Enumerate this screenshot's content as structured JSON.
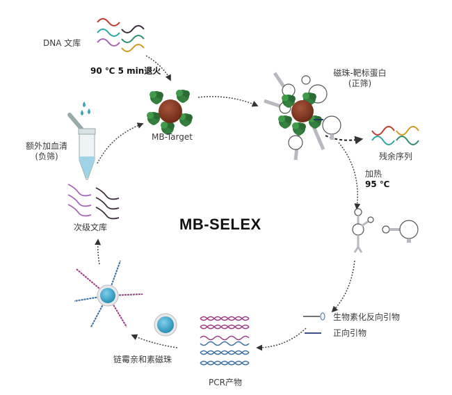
{
  "title": "MB-SELEX",
  "labels": {
    "dna_library": "DNA 文库",
    "annealing": "90 ℃ 5 min退火",
    "mb_target": "MB-Target",
    "bead_target_line1": "磁珠-靶标蛋白",
    "bead_target_line2": "(正筛)",
    "residual": "残余序列",
    "heat_line1": "加热",
    "heat_line2": "95 ℃",
    "serum_line1": "额外加血清",
    "serum_line2": "(负筛)",
    "sub_library": "次级文库",
    "biotin_primer": "生物素化反向引物",
    "forward_primer": "正向引物",
    "streptavidin": "链霉亲和素磁珠",
    "pcr_product": "PCR产物"
  },
  "colors": {
    "bead_brown": "#8b3a22",
    "protein_green": "#2f7a3a",
    "streptavidin_blue": "#3aa6cf",
    "strand_red": "#c0392b",
    "strand_teal": "#2aa6a6",
    "strand_purple": "#a565b5",
    "strand_dark": "#3b2b3b",
    "strand_green": "#2e8b6e",
    "strand_gold": "#d19a1f",
    "strand_blue": "#3b6ea0",
    "strand_magenta": "#9b3b85"
  }
}
